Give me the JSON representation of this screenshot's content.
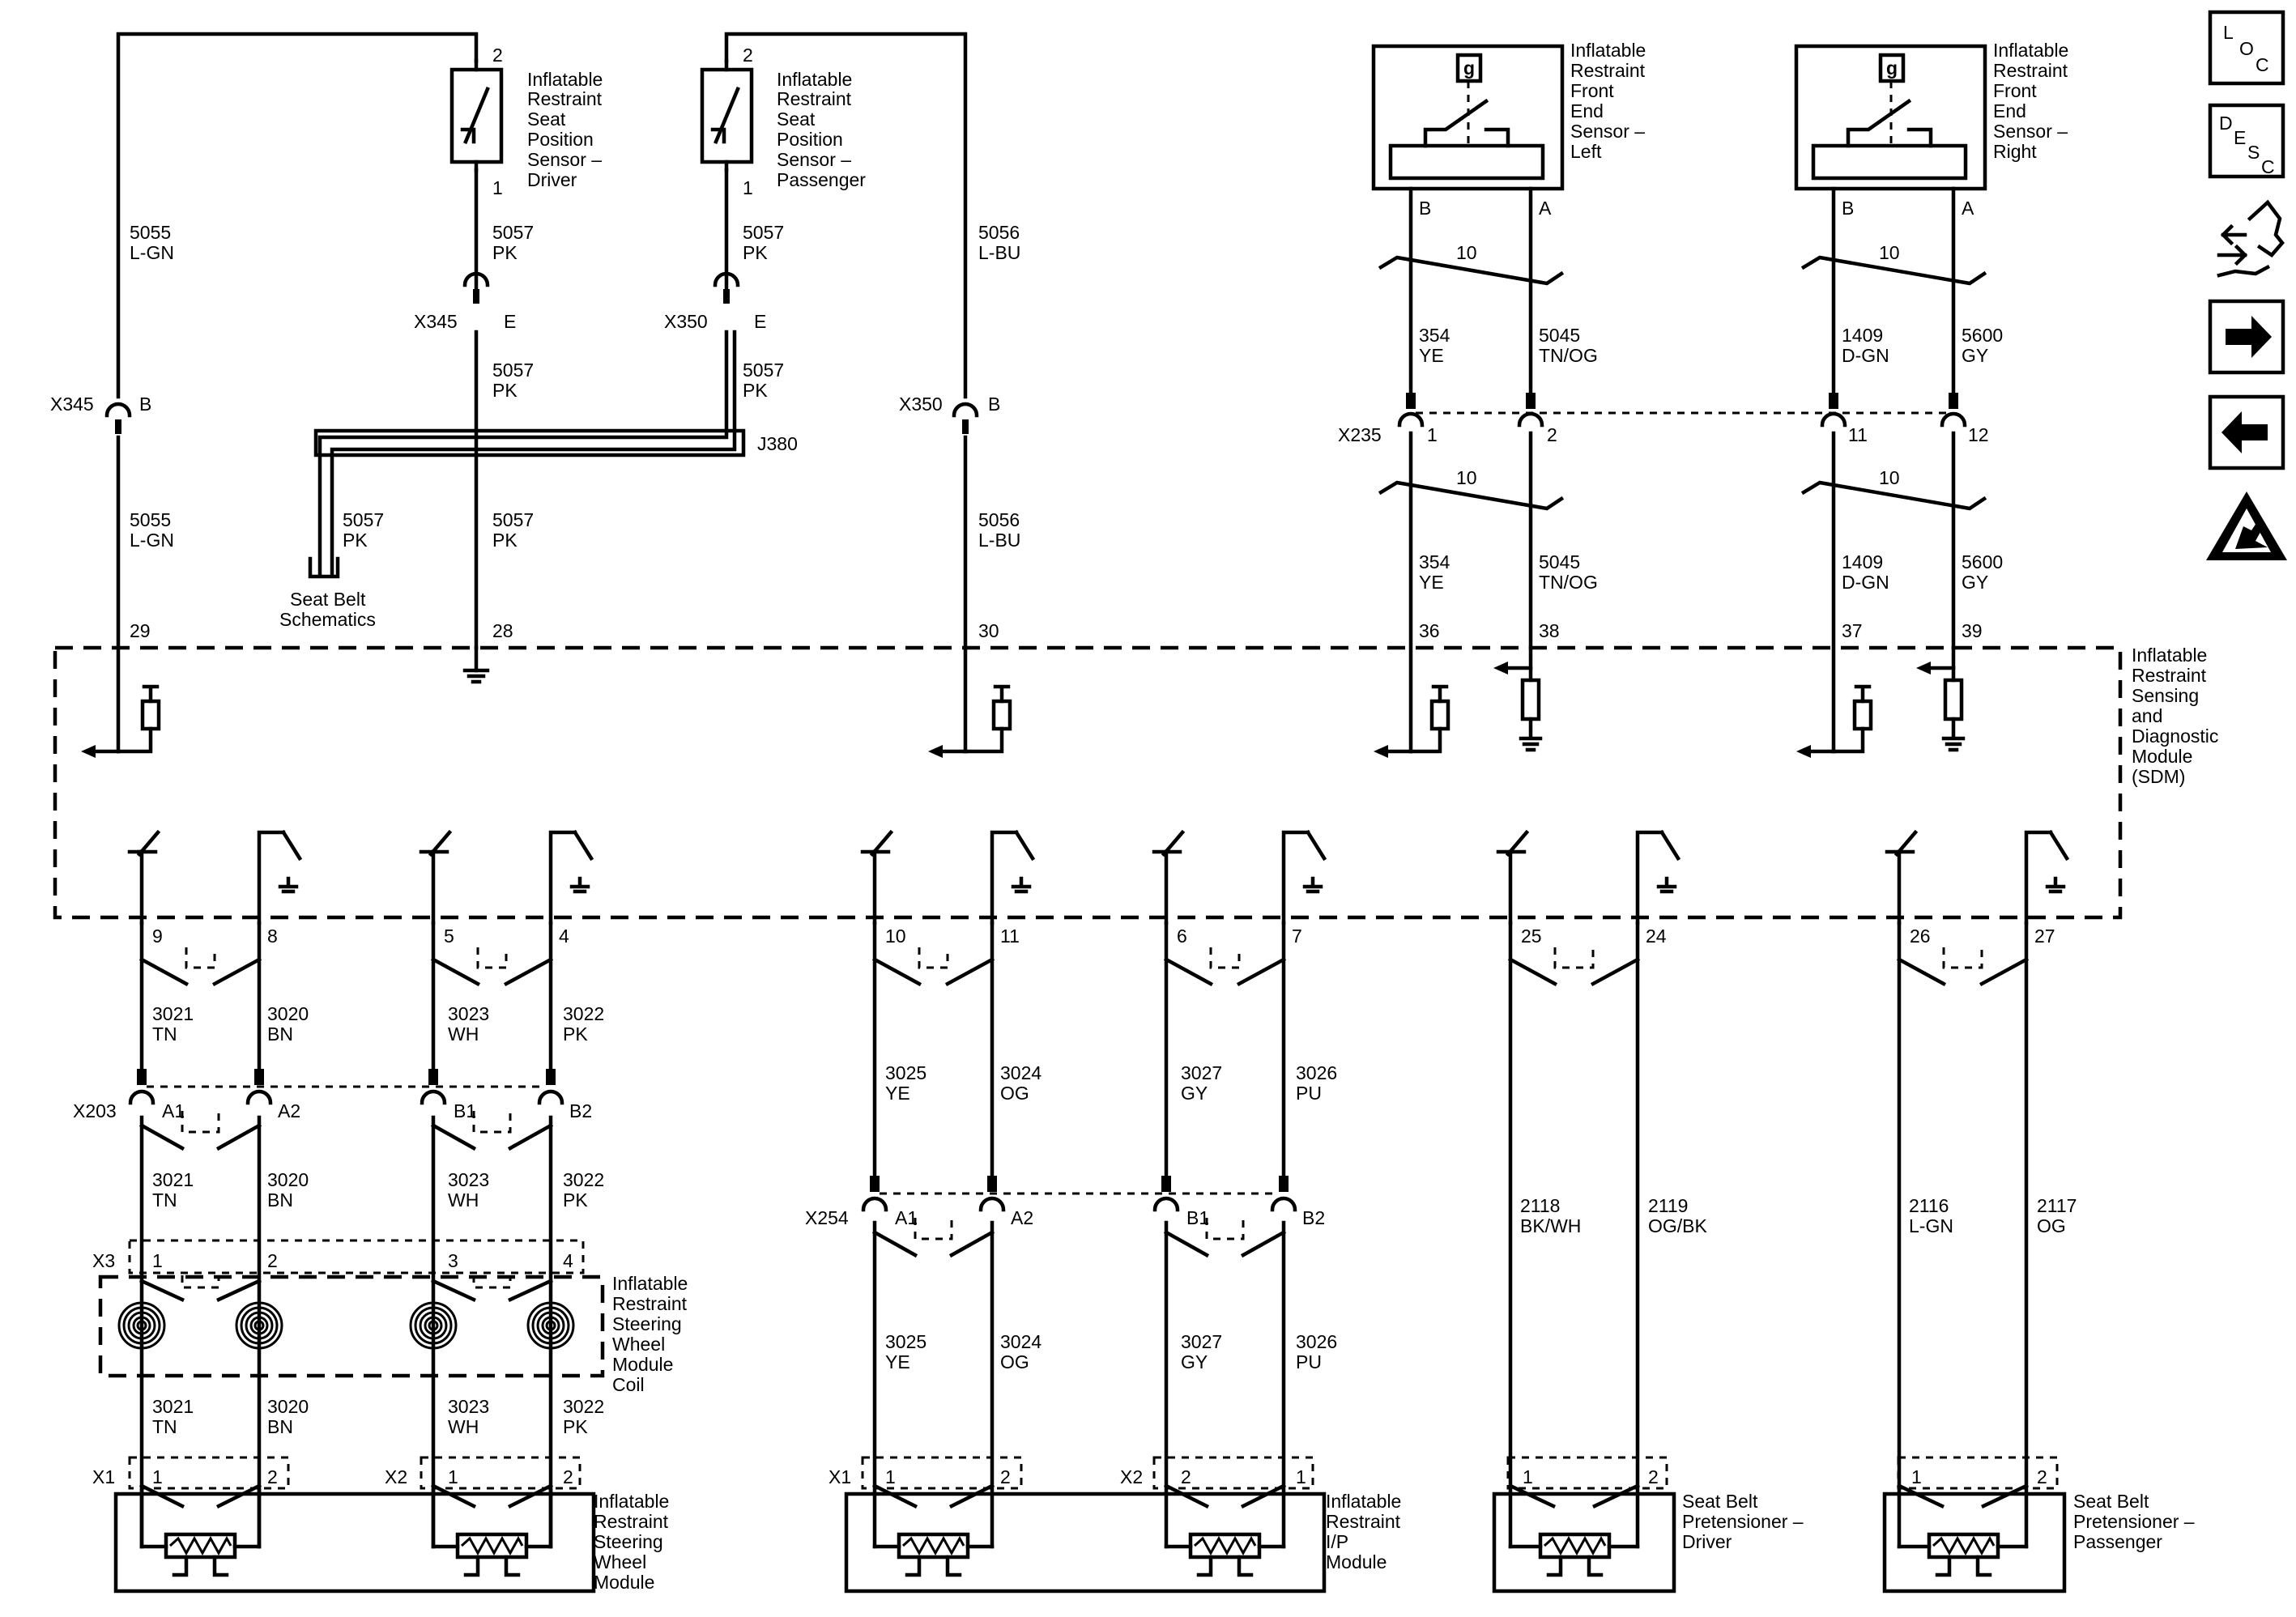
{
  "side_icons": [
    {
      "name": "loc-button",
      "text": [
        "L",
        "O",
        "C"
      ]
    },
    {
      "name": "desc-button",
      "text": [
        "D",
        "E",
        "S",
        "C"
      ]
    },
    {
      "name": "connector-end-view-button"
    },
    {
      "name": "next-page-button"
    },
    {
      "name": "previous-page-button"
    },
    {
      "name": "esd-warning-icon"
    }
  ],
  "labels": {
    "sps_driver": [
      "Inflatable",
      "Restraint",
      "Seat",
      "Position",
      "Sensor –",
      "Driver"
    ],
    "sps_pass": [
      "Inflatable",
      "Restraint",
      "Seat",
      "Position",
      "Sensor –",
      "Passenger"
    ],
    "fes_left": [
      "Inflatable",
      "Restraint",
      "Front",
      "End",
      "Sensor –",
      "Left"
    ],
    "fes_right": [
      "Inflatable",
      "Restraint",
      "Front",
      "End",
      "Sensor –",
      "Right"
    ],
    "sdm": [
      "Inflatable",
      "Restraint",
      "Sensing",
      "and",
      "Diagnostic",
      "Module",
      "(SDM)"
    ],
    "sw_coil": [
      "Inflatable",
      "Restraint",
      "Steering",
      "Wheel",
      "Module",
      "Coil"
    ],
    "sw_module": [
      "Inflatable",
      "Restraint",
      "Steering",
      "Wheel",
      "Module"
    ],
    "ip_module": [
      "Inflatable",
      "Restraint",
      "I/P",
      "Module"
    ],
    "pret_driver": [
      "Seat Belt",
      "Pretensioner –",
      "Driver"
    ],
    "pret_pass": [
      "Seat Belt",
      "Pretensioner –",
      "Passenger"
    ],
    "seat_belt": [
      "Seat Belt",
      "Schematics"
    ]
  },
  "connectors": {
    "x345": "X345",
    "x350": "X350",
    "j380": "J380",
    "x235": "X235",
    "x203": "X203",
    "x254": "X254",
    "x3": "X3",
    "x1": "X1",
    "x2": "X2",
    "E": "E",
    "B": "B"
  },
  "pins": {
    "sps_2": "2",
    "sps_1": "1",
    "fes_b": "B",
    "fes_a": "A",
    "twist": "10",
    "x235": [
      "1",
      "2",
      "11",
      "12"
    ],
    "sdm_top": [
      "29",
      "28",
      "30",
      "36",
      "38",
      "37",
      "39"
    ],
    "sdm_bottom": [
      "9",
      "8",
      "5",
      "4",
      "10",
      "11",
      "6",
      "7",
      "25",
      "24",
      "26",
      "27"
    ],
    "x203": [
      "A1",
      "A2",
      "B1",
      "B2"
    ],
    "x254": [
      "A1",
      "A2",
      "B1",
      "B2"
    ],
    "coil": [
      "1",
      "2",
      "3",
      "4"
    ],
    "module": [
      "1",
      "2",
      "1",
      "2",
      "1",
      "2",
      "2",
      "1",
      "1",
      "2",
      "1",
      "2"
    ]
  },
  "wires": {
    "w5055": [
      "5055",
      "L-GN"
    ],
    "w5057": [
      "5057",
      "PK"
    ],
    "w5056": [
      "5056",
      "L-BU"
    ],
    "w354": [
      "354",
      "YE"
    ],
    "w5045": [
      "5045",
      "TN/OG"
    ],
    "w1409": [
      "1409",
      "D-GN"
    ],
    "w5600": [
      "5600",
      "GY"
    ],
    "w3021": [
      "3021",
      "TN"
    ],
    "w3020": [
      "3020",
      "BN"
    ],
    "w3023": [
      "3023",
      "WH"
    ],
    "w3022": [
      "3022",
      "PK"
    ],
    "w3025": [
      "3025",
      "YE"
    ],
    "w3024": [
      "3024",
      "OG"
    ],
    "w3027": [
      "3027",
      "GY"
    ],
    "w3026": [
      "3026",
      "PU"
    ],
    "w2118": [
      "2118",
      "BK/WH"
    ],
    "w2119": [
      "2119",
      "OG/BK"
    ],
    "w2116": [
      "2116",
      "L-GN"
    ],
    "w2117": [
      "2117",
      "OG"
    ]
  },
  "sensor_letter": "g"
}
